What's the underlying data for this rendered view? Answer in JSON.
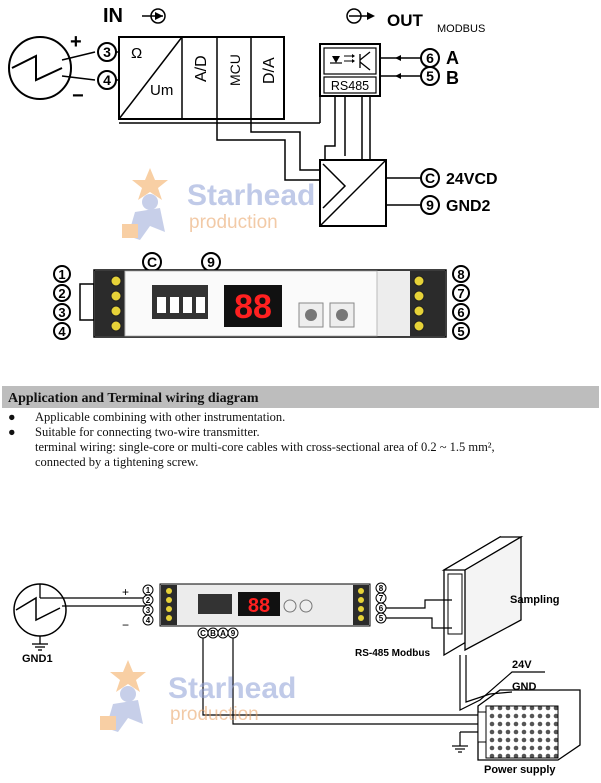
{
  "top": {
    "in_label": "IN",
    "out_label": "OUT",
    "modbus_label": "MODBUS",
    "plus": "+",
    "minus": "−",
    "input_terminals": [
      "3",
      "4"
    ],
    "block_labels": {
      "ohm": "Ω",
      "um": "Um",
      "ad": "A/D",
      "mcu": "MCU",
      "da": "D/A",
      "rs485": "RS485"
    },
    "out_terminals": [
      {
        "num": "6",
        "label": "A"
      },
      {
        "num": "5",
        "label": "B"
      }
    ],
    "power_terminals": [
      {
        "num": "C",
        "label": "24VCD"
      },
      {
        "num": "9",
        "label": "GND2"
      }
    ]
  },
  "watermark": {
    "line1": "Starhead",
    "line2": "production"
  },
  "device": {
    "top_terminals": [
      "C",
      "9"
    ],
    "left_terminals": [
      "1",
      "2",
      "3",
      "4"
    ],
    "right_terminals": [
      "8",
      "7",
      "6",
      "5"
    ],
    "display_text": "88"
  },
  "section": {
    "header": "Application and Terminal wiring diagram",
    "bullet1": "Applicable combining with other instrumentation.",
    "bullet2": "Suitable for connecting two-wire transmitter.",
    "wiring_line1": "terminal wiring: single-core or multi-core cables with cross-sectional area of 0.2 ~ 1.5 mm²,",
    "wiring_line2": "connected by a tightening screw."
  },
  "bottom": {
    "plus": "+",
    "minus": "−",
    "gnd1": "GND1",
    "left_terminals": [
      "1",
      "2",
      "3",
      "4"
    ],
    "right_terminals": [
      "8",
      "7",
      "6",
      "5"
    ],
    "bottom_terminals": [
      "C",
      "B",
      "A",
      "9"
    ],
    "display_text": "88",
    "sampling": "Sampling",
    "rs485": "RS-485 Modbus",
    "v24": "24V",
    "gnd": "GND",
    "power_supply": "Power supply"
  }
}
